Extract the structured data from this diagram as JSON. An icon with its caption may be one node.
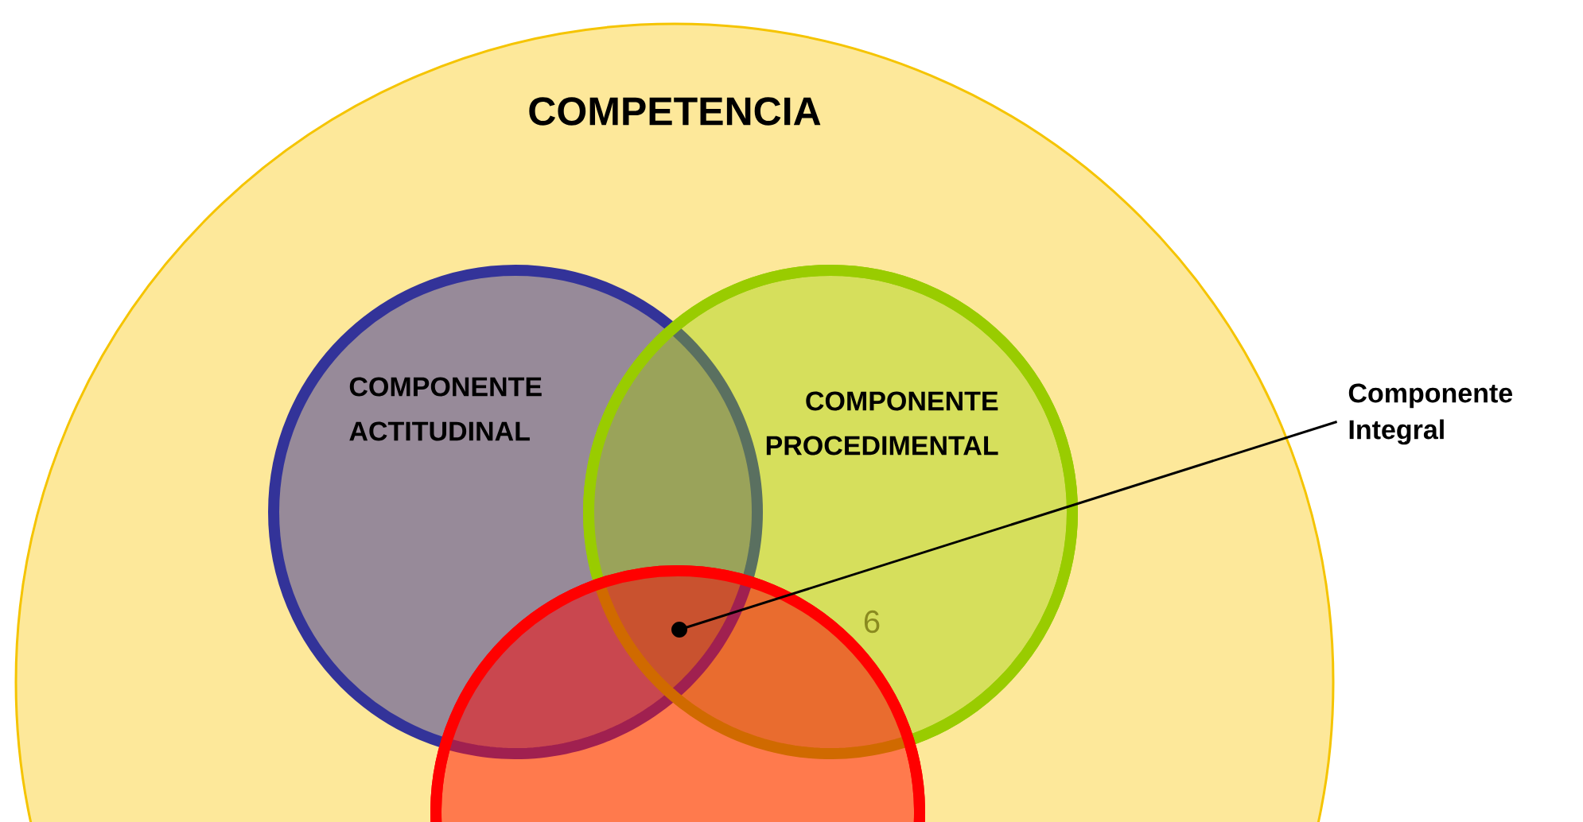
{
  "diagram": {
    "nodes": [
      {
        "text": [
          "COMPETENCIA"
        ]
      },
      {
        "text": [
          "COMPONENTE ACTITUDINAL"
        ],
        "in": 0
      },
      {
        "text": [
          "COMPONENTE PROCEDIMENTAL"
        ],
        "in": 0
      },
      {
        "text": [],
        "shape": "circle",
        "in": 0
      },
      {
        "text": [
          "Componente Integral"
        ]
      },
      {
        "text": [],
        "shape": "circle"
      }
    ],
    "edges": [
      {
        "from": 4,
        "to": 5,
        "arrow": "none"
      }
    ],
    "labels": [
      "6"
    ]
  }
}
